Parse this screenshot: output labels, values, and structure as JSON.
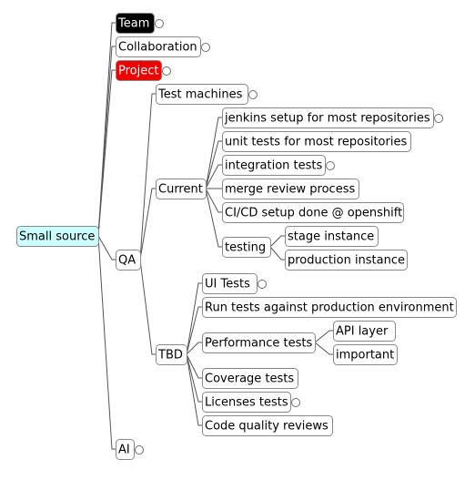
{
  "root": {
    "label": "Small source",
    "fill": "#ccffff"
  },
  "level1": [
    {
      "id": "team",
      "label": "Team",
      "fill": "#000000",
      "text_color": "#ffffff",
      "collapsed": true
    },
    {
      "id": "collaboration",
      "label": "Collaboration",
      "collapsed": true
    },
    {
      "id": "project",
      "label": "Project",
      "fill": "#ee0000",
      "text_color": "#ffffff",
      "collapsed": true
    },
    {
      "id": "qa",
      "label": "QA",
      "collapsed": false
    },
    {
      "id": "ai",
      "label": "AI",
      "collapsed": true
    }
  ],
  "qa_children": [
    {
      "id": "test-machines",
      "label": "Test machines",
      "collapsed": true
    },
    {
      "id": "current",
      "label": "Current",
      "collapsed": false
    },
    {
      "id": "tbd",
      "label": "TBD",
      "collapsed": false
    }
  ],
  "current_children": [
    {
      "id": "jenkins",
      "label": "jenkins setup for most repositories",
      "collapsed": true
    },
    {
      "id": "unit-tests",
      "label": "unit tests for most repositories",
      "collapsed": false
    },
    {
      "id": "integration-tests",
      "label": "integration tests",
      "collapsed": true
    },
    {
      "id": "merge-review",
      "label": "merge review process",
      "collapsed": false
    },
    {
      "id": "cicd",
      "label": "CI/CD setup done @ openshift",
      "collapsed": false
    },
    {
      "id": "testing",
      "label": "testing",
      "collapsed": false
    }
  ],
  "testing_children": [
    {
      "id": "stage-instance",
      "label": "stage instance"
    },
    {
      "id": "production-instance",
      "label": "production instance"
    }
  ],
  "tbd_children": [
    {
      "id": "ui-tests",
      "label": "UI Tests",
      "collapsed": true
    },
    {
      "id": "run-tests-prod",
      "label": "Run tests against production environment",
      "collapsed": false
    },
    {
      "id": "performance-tests",
      "label": "Performance tests",
      "collapsed": false
    },
    {
      "id": "coverage-tests",
      "label": "Coverage tests",
      "collapsed": false
    },
    {
      "id": "licenses-tests",
      "label": "Licenses tests",
      "collapsed": true
    },
    {
      "id": "code-quality",
      "label": "Code quality reviews",
      "collapsed": false
    }
  ],
  "performance_children": [
    {
      "id": "api-layer",
      "label": "API layer"
    },
    {
      "id": "important",
      "label": "important"
    }
  ]
}
